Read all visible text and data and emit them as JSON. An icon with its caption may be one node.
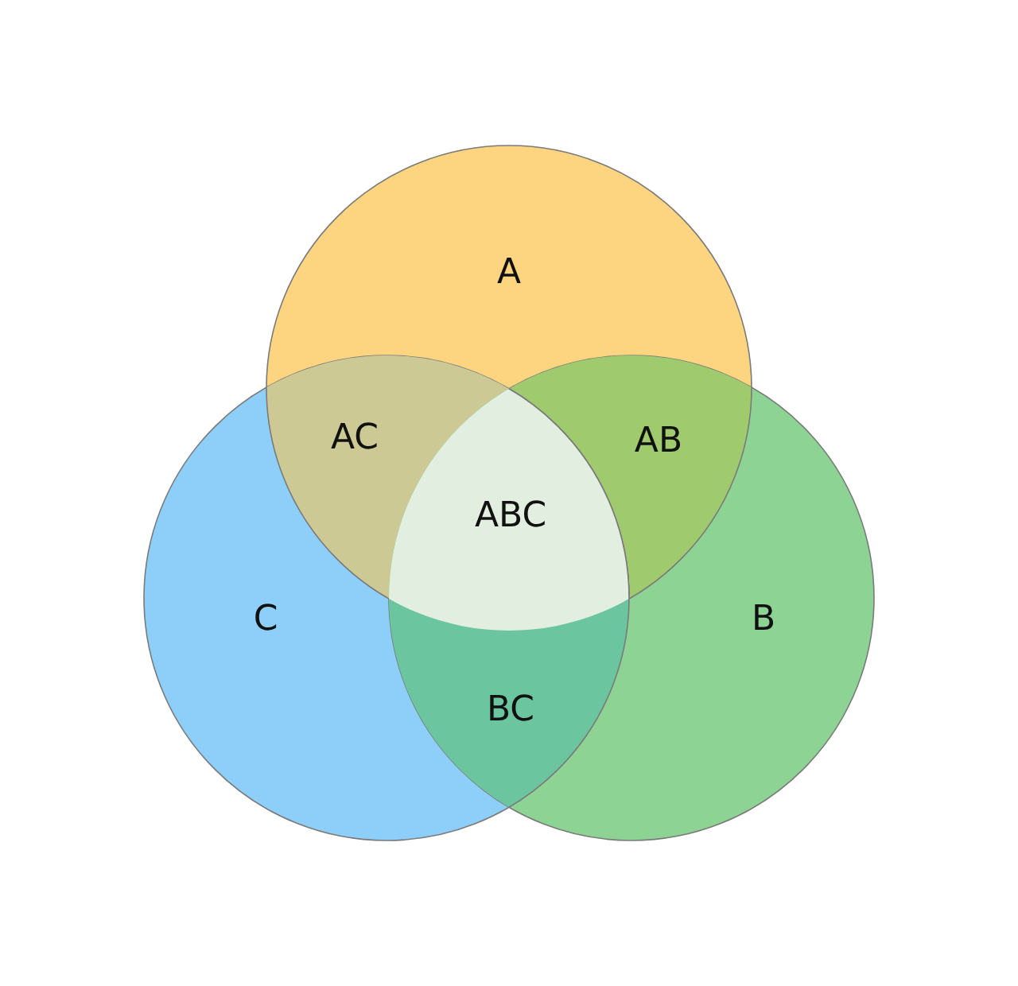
{
  "diagram": {
    "nodes": [
      {
        "text": [
          "A"
        ]
      },
      {
        "text": [
          "C"
        ]
      },
      {
        "text": [
          "B"
        ]
      }
    ],
    "labels": [
      "AC",
      "AB",
      "ABC",
      "BC"
    ]
  }
}
